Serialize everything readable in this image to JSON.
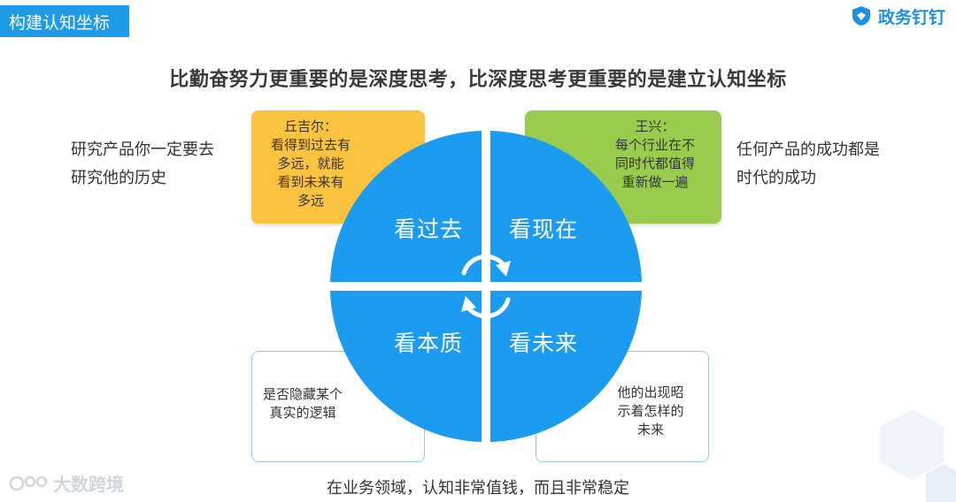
{
  "header": {
    "title": "构建认知坐标",
    "brand_name": "政务钉钉"
  },
  "headline": "比勤奋努力更重要的是深度思考，比深度思考更重要的是建立认知坐标",
  "left_text": [
    "研究产品你一定要去",
    "研究他的历史"
  ],
  "right_text": [
    "任何产品的成功都是",
    "时代的成功"
  ],
  "boxes": {
    "top_left": {
      "speaker": "丘吉尔：",
      "quote": "看得到过去有\n多远，就能\n看到未来有\n多远",
      "color": "#fbc340"
    },
    "top_right": {
      "speaker": "王兴：",
      "quote": "每个行业在不\n同时代都值得\n重新做一遍",
      "color": "#99cc4d"
    },
    "bottom_left": {
      "quote": "是否隐藏某个\n真实的逻辑"
    },
    "bottom_right": {
      "quote": "他的出现昭\n示着怎样的\n未来"
    }
  },
  "quadrants": {
    "top_left": "看过去",
    "top_right": "看现在",
    "bottom_left": "看本质",
    "bottom_right": "看未来",
    "color": "#1c9cf0"
  },
  "caption": "在业务领域，认知非常值钱，而且非常稳定",
  "watermark": "大数跨境"
}
